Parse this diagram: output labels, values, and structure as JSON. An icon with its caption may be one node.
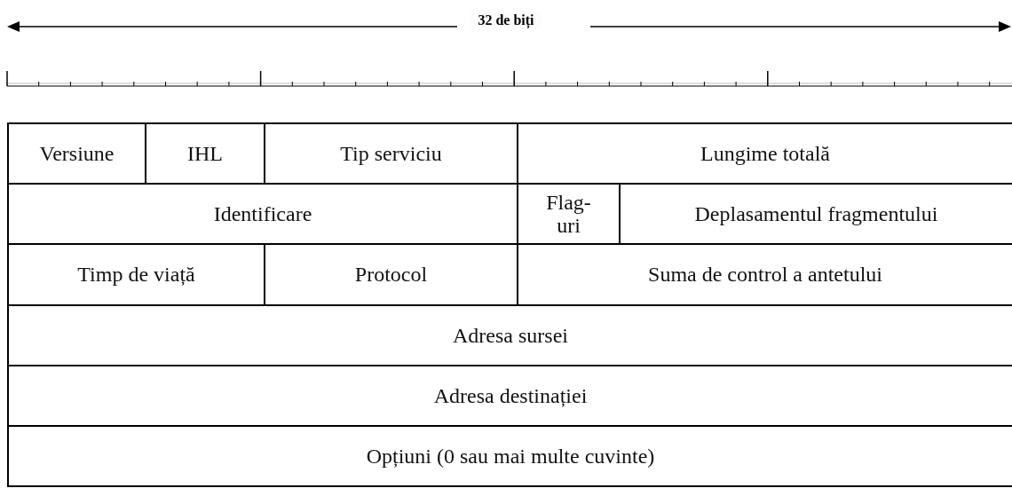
{
  "diagram": {
    "nodes": [
      {
        "text": [
          "Versiune"
        ]
      },
      {
        "text": [
          "IHL"
        ]
      },
      {
        "text": [
          "Tip serviciu"
        ]
      },
      {
        "text": [
          "Lungime totală"
        ]
      },
      {
        "text": [
          "Identificare"
        ]
      },
      {
        "text": [
          "Flag- uri"
        ]
      },
      {
        "text": [
          "Deplasamentul fragmentului"
        ]
      },
      {
        "text": [
          "Timp de viață"
        ]
      },
      {
        "text": [
          "Protocol"
        ]
      },
      {
        "text": [
          "Suma de control a antetului"
        ]
      },
      {
        "text": [
          "Adresa sursei"
        ]
      },
      {
        "text": [
          "Adresa destinației"
        ]
      },
      {
        "text": [
          "Opțiuni (0 sau mai multe cuvinte)"
        ]
      }
    ],
    "labels": [
      "32 de biți"
    ]
  }
}
